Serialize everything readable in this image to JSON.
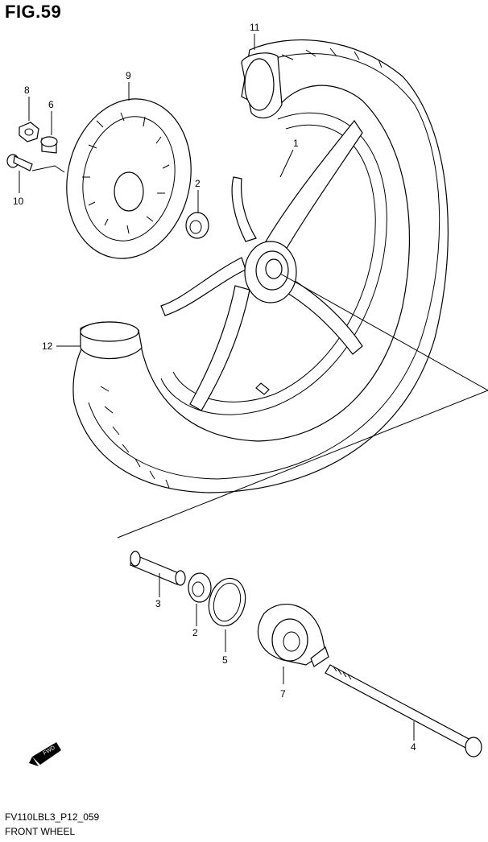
{
  "figure": {
    "title": "FIG.59"
  },
  "callouts": {
    "c1": "1",
    "c2a": "2",
    "c2b": "2",
    "c3": "3",
    "c4": "4",
    "c5": "5",
    "c6": "6",
    "c7": "7",
    "c8": "8",
    "c9": "9",
    "c10": "10",
    "c11": "11",
    "c12": "12"
  },
  "fwd_badge": "FWD",
  "footer": {
    "code": "FV110LBL3_P12_059",
    "caption": "FRONT WHEEL"
  }
}
